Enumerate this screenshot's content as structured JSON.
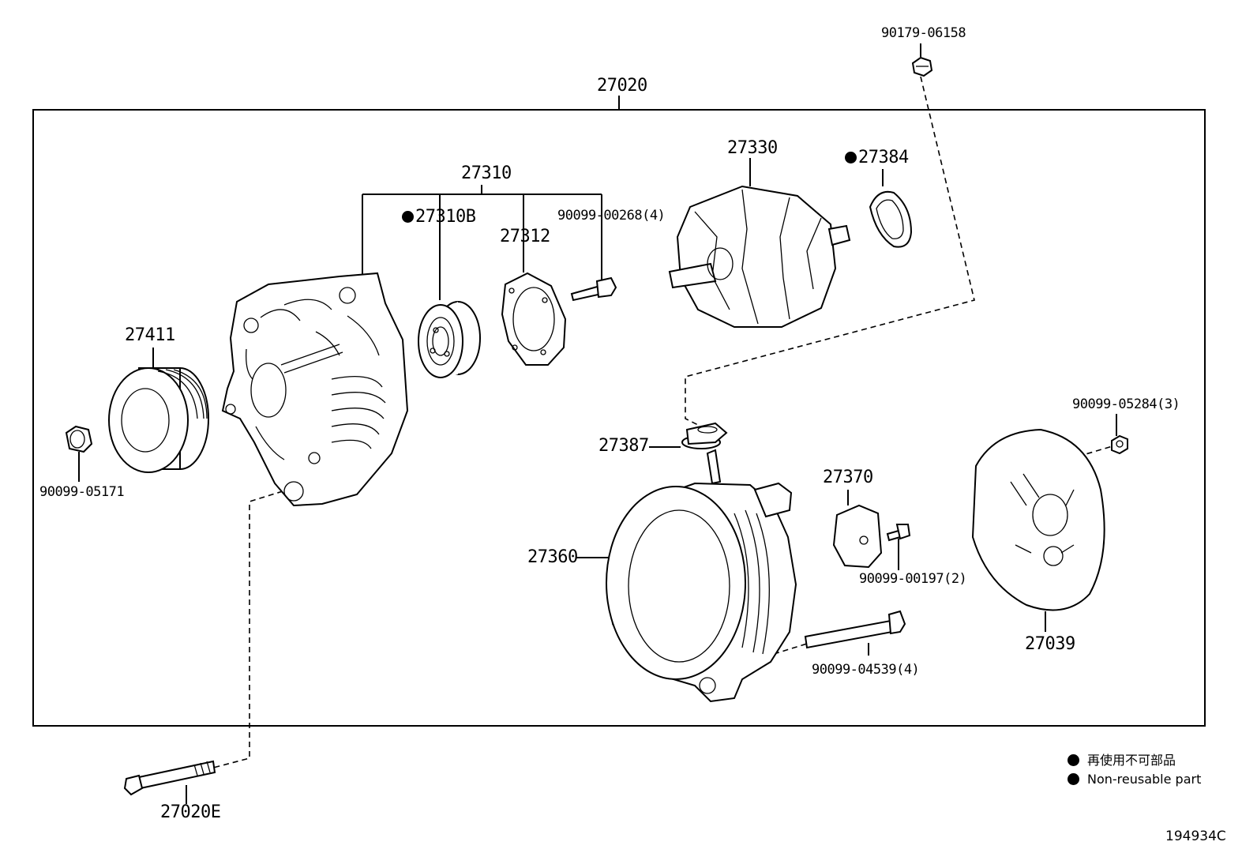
{
  "labels": {
    "p27020": "27020",
    "p90179_06158": "90179-06158",
    "p27310": "27310",
    "p27310B": "27310B",
    "p27312": "27312",
    "p90099_00268": "90099-00268(4)",
    "p27330": "27330",
    "p27384": "27384",
    "p27411": "27411",
    "p90099_05171": "90099-05171",
    "p27387": "27387",
    "p27370": "27370",
    "p90099_05284": "90099-05284(3)",
    "p27360": "27360",
    "p90099_00197": "90099-00197(2)",
    "p90099_04539": "90099-04539(4)",
    "p27039": "27039",
    "p27020E": "27020E"
  },
  "legend": {
    "japanese": "再使用不可部品",
    "english": "Non-reusable part"
  },
  "figure_id": "194934C"
}
